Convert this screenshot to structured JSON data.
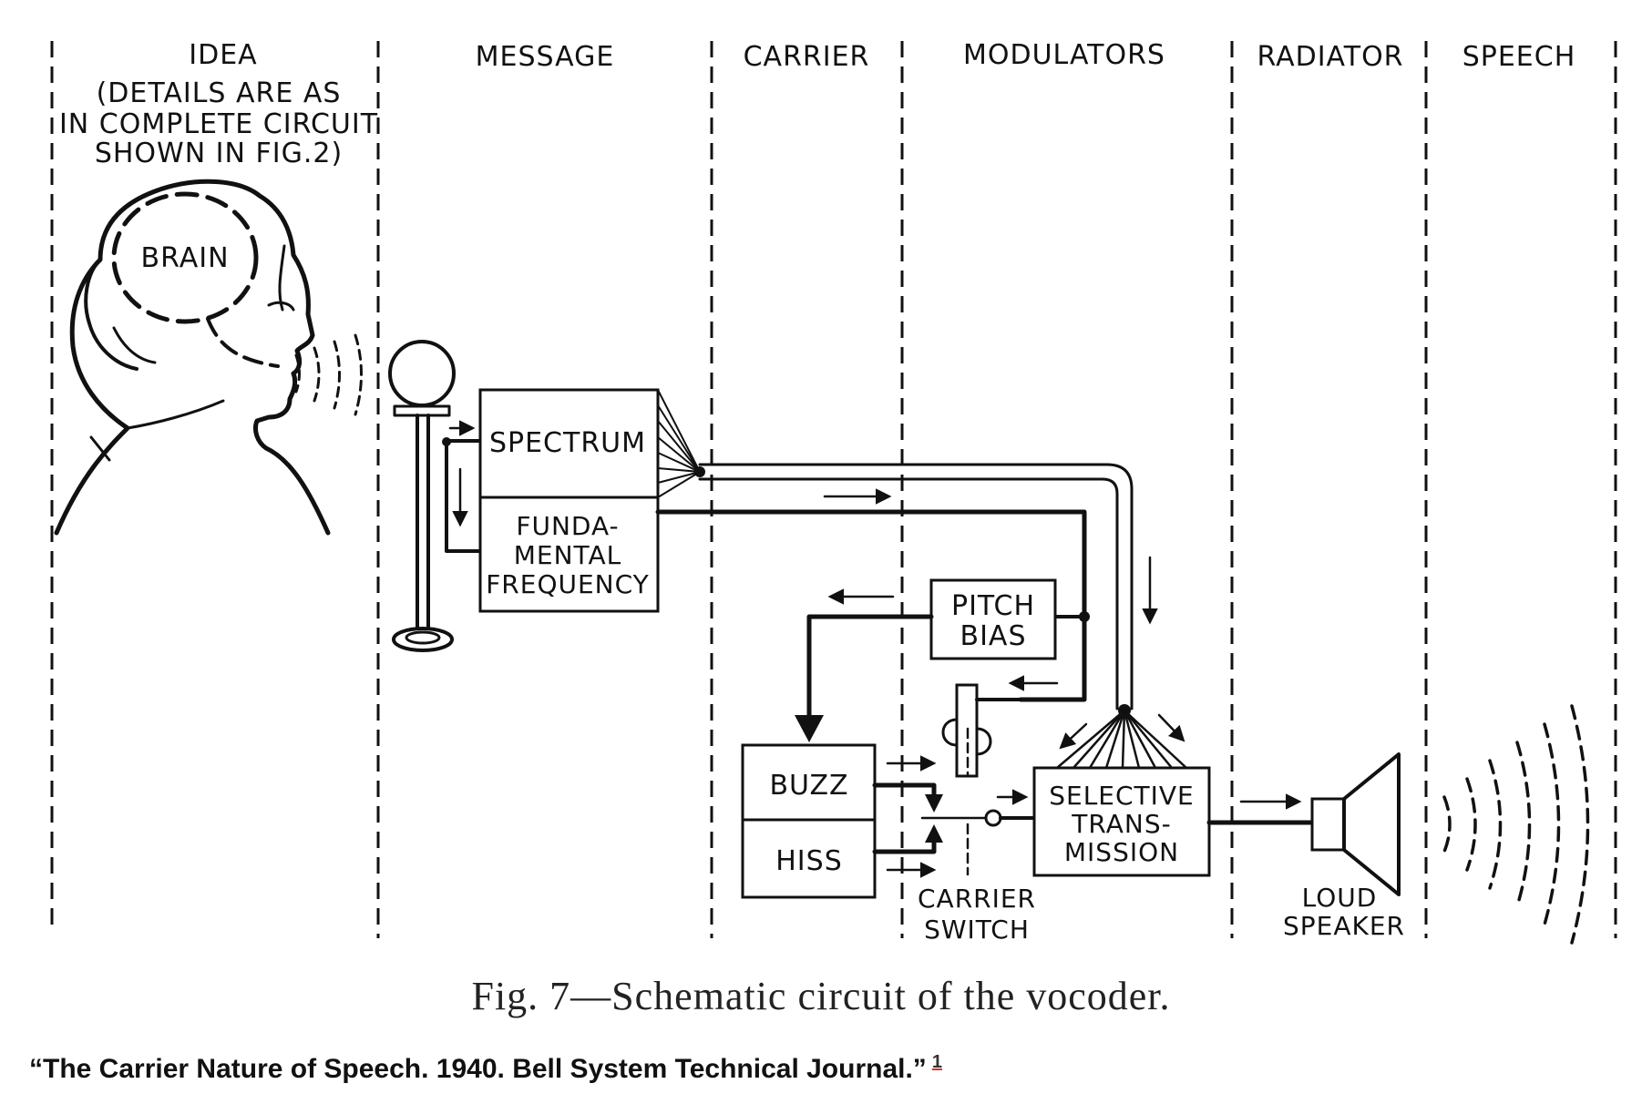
{
  "columns": {
    "idea": "IDEA",
    "idea_note": [
      "(DETAILS ARE AS",
      "IN COMPLETE CIRCUIT",
      "SHOWN IN FIG.2)"
    ],
    "message": "MESSAGE",
    "carrier": "CARRIER",
    "modulators": "MODULATORS",
    "radiator": "RADIATOR",
    "speech": "SPEECH"
  },
  "labels": {
    "brain": "BRAIN",
    "spectrum": "SPECTRUM",
    "fundamental": [
      "FUNDA-",
      "MENTAL",
      "FREQUENCY"
    ],
    "pitch_bias": [
      "PITCH",
      "BIAS"
    ],
    "buzz": "BUZZ",
    "hiss": "HISS",
    "carrier_switch": [
      "CARRIER",
      "SWITCH"
    ],
    "selective": [
      "SELECTIVE",
      "TRANS-",
      "MISSION"
    ],
    "loudspeaker": [
      "LOUD",
      "SPEAKER"
    ]
  },
  "caption": "Fig. 7—Schematic circuit of the vocoder.",
  "credit": "“The Carrier Nature of Speech. 1940. Bell System Technical Journal.”",
  "credit_ref": "1",
  "colors": {
    "ink": "#111111",
    "background": "#ffffff"
  }
}
